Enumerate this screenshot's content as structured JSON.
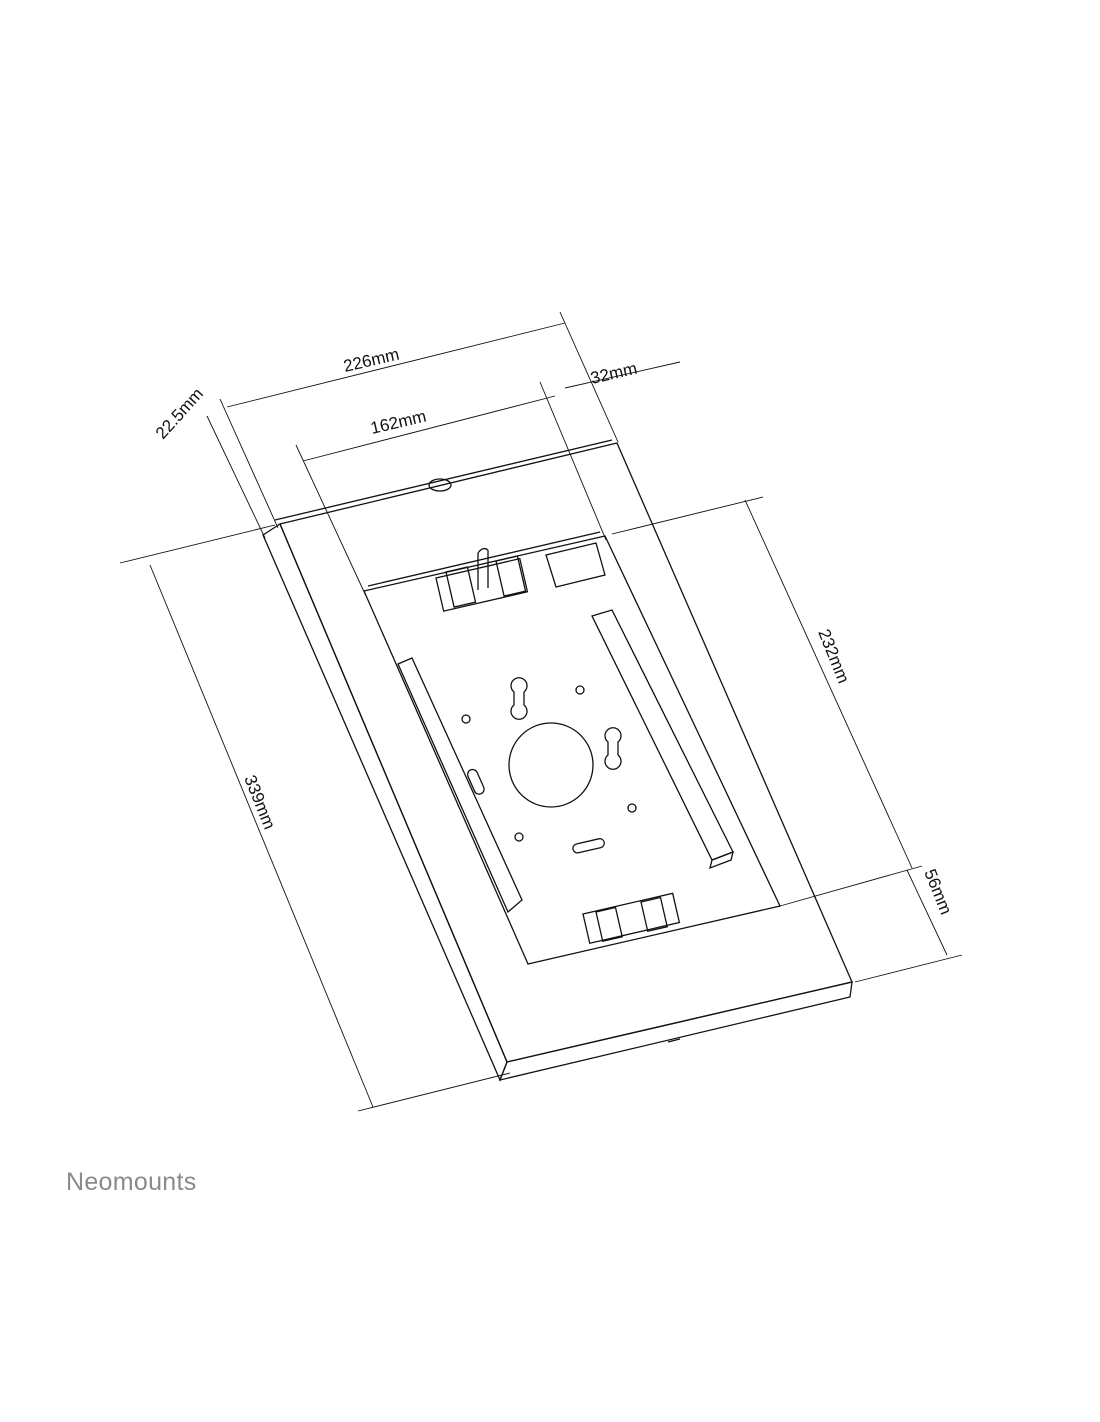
{
  "brand": {
    "name": "Neomounts",
    "color": "#8a8a8a"
  },
  "dimensions": {
    "width_outer": "226mm",
    "depth": "32mm",
    "frame": "22.5mm",
    "width_inner": "162mm",
    "height_outer": "339mm",
    "height_inner": "232mm",
    "bottom_border": "56mm"
  },
  "colors": {
    "line": "#111111",
    "background": "#ffffff"
  }
}
